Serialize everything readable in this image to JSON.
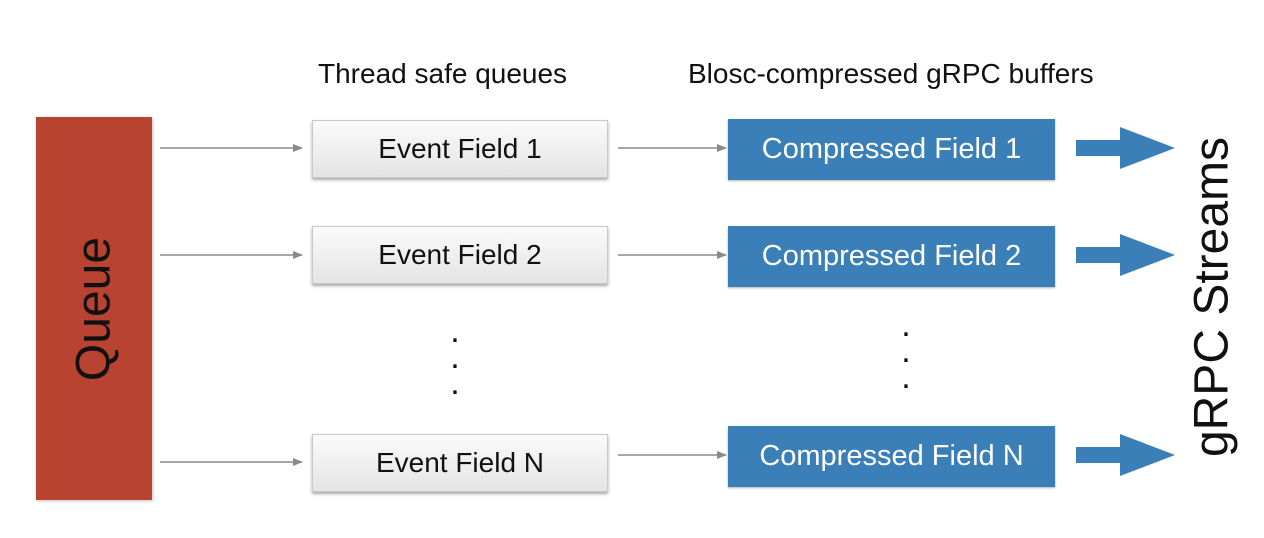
{
  "headers": {
    "queues": "Thread safe queues",
    "buffers": "Blosc-compressed gRPC buffers"
  },
  "queue": {
    "label": "Queue",
    "color": "#b84330"
  },
  "event_fields": [
    "Event Field 1",
    "Event Field 2",
    "Event Field N"
  ],
  "compressed_fields": [
    "Compressed Field 1",
    "Compressed Field 2",
    "Compressed Field N"
  ],
  "ellipsis": ".\n.\n.",
  "streams": {
    "label": "gRPC Streams"
  },
  "colors": {
    "compressed_box": "#3a7fb8",
    "event_box": "#eeeeee",
    "connector": "#8a8a8a"
  }
}
